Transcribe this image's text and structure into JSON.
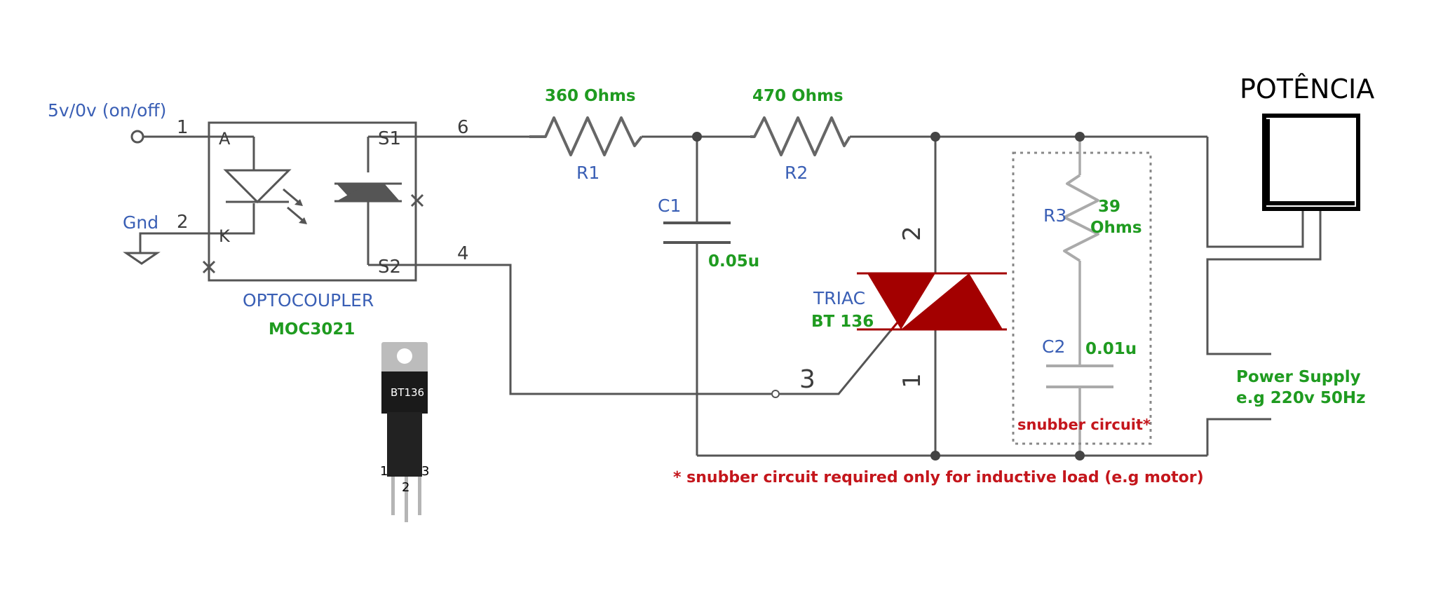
{
  "labels": {
    "input": "5v/0v (on/off)",
    "gnd": "Gnd",
    "optocoupler": "OPTOCOUPLER",
    "moc": "MOC3021",
    "r1_value": "360 Ohms",
    "r1": "R1",
    "r2_value": "470 Ohms",
    "r2": "R2",
    "c1": "C1",
    "c1_value": "0.05u",
    "triac": "TRIAC",
    "triac_part": "BT 136",
    "r3": "R3",
    "r3_value_1": "39",
    "r3_value_2": "Ohms",
    "c2": "C2",
    "c2_value": "0.01u",
    "snubber": "snubber circuit*",
    "footnote": "* snubber circuit required only for inductive load (e.g motor)",
    "power_1": "Power Supply",
    "power_2": "e.g 220v 50Hz",
    "potencia": "POTÊNCIA",
    "package_label": "BT136"
  },
  "pins": {
    "opto_1": "1",
    "opto_2": "2",
    "opto_6": "6",
    "opto_4": "4",
    "opto_a": "A",
    "opto_k": "K",
    "opto_s1": "S1",
    "opto_s2": "S2",
    "triac_1": "1",
    "triac_2": "2",
    "triac_3": "3",
    "pkg_1": "1",
    "pkg_2": "2",
    "pkg_3": "3"
  },
  "colors": {
    "wire": "#555555",
    "triac": "#a30000",
    "label_blue": "#3a5fb5",
    "label_green": "#1f9b20",
    "label_red": "#c4161c"
  }
}
